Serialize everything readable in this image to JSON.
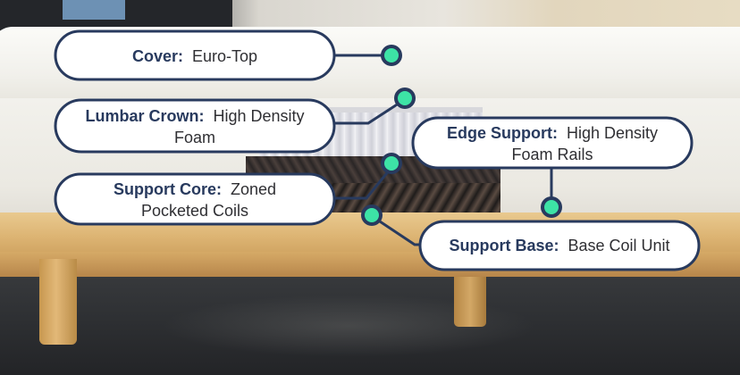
{
  "callouts": {
    "cover": {
      "name": "Cover:",
      "value": "Euro-Top"
    },
    "lumbar_crown": {
      "name": "Lumbar Crown:",
      "value_line1": "High Density",
      "value_line2": "Foam"
    },
    "edge_support": {
      "name": "Edge Support:",
      "value_line1": "High Density",
      "value_line2": "Foam Rails"
    },
    "support_core": {
      "name": "Support Core:",
      "value_line1": "Zoned",
      "value_line2": "Pocketed Coils"
    },
    "support_base": {
      "name": "Support Base:",
      "value": "Base Coil Unit"
    }
  },
  "colors": {
    "callout_border": "#283a5e",
    "marker_fill": "#3de3a6",
    "label_bold": "#283a5e",
    "label_regular": "#2f2f33"
  },
  "icons": [
    "marker-dot-icon"
  ]
}
